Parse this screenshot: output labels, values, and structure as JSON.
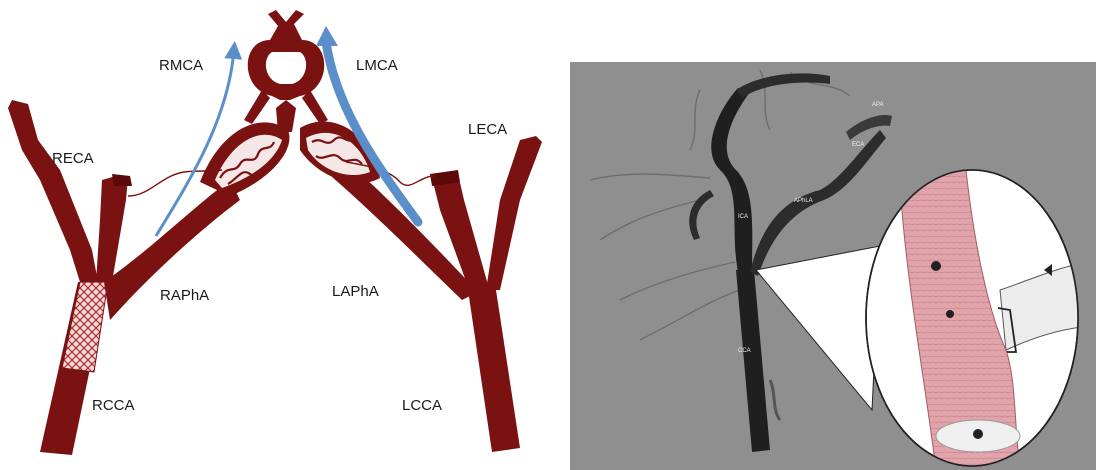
{
  "figure": {
    "schematic": {
      "labels": {
        "rmca": "RMCA",
        "lmca": "LMCA",
        "reca": "RECA",
        "leca": "LECA",
        "rapha": "RAPhA",
        "lapha": "LAPhA",
        "rcca": "RCCA",
        "lcca": "LCCA"
      },
      "colors": {
        "vessel": "#7b1212",
        "vessel_dark": "#4a0606",
        "flow_arrow": "#5b8fc9",
        "stent_mesh": "#f4d6d6"
      }
    },
    "angiogram": {
      "labels": {
        "ica": "ICA",
        "apa": "APA",
        "aphla": "APhLA",
        "eca": "ECA",
        "cca": "CCA"
      },
      "colors": {
        "background": "#8f8f8f",
        "vessel": "#1f1f1f",
        "inset_vessel": "#e0a4aa"
      }
    }
  }
}
